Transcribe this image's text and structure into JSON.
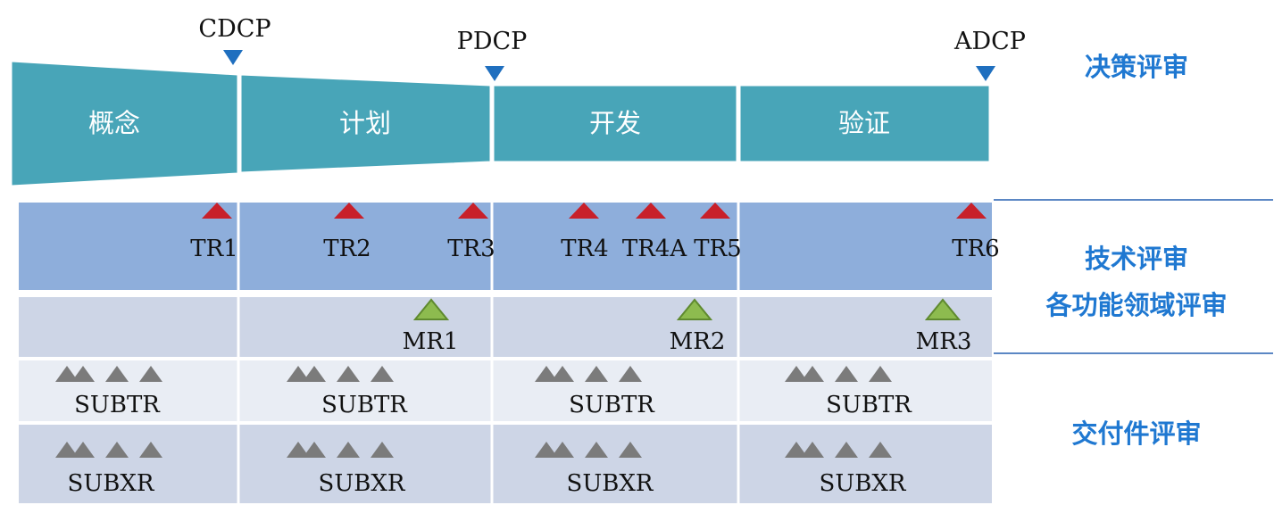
{
  "milestones": [
    "CDCP",
    "PDCP",
    "ADCP"
  ],
  "phases": [
    "概念",
    "计划",
    "开发",
    "验证"
  ],
  "tech_reviews": [
    "TR1",
    "TR2",
    "TR3",
    "TR4",
    "TR4A",
    "TR5",
    "TR6"
  ],
  "market_reviews": [
    "MR1",
    "MR2",
    "MR3"
  ],
  "subtr_label": "SUBTR",
  "subxr_label": "SUBXR",
  "right_labels": {
    "decision": "决策评审",
    "tech_line1": "技术评审",
    "tech_line2": "各功能领域评审",
    "deliverable": "交付件评审"
  },
  "colors": {
    "phase_fill": "#48a5b8",
    "tech_band": "#8eaedb",
    "mr_band": "#cdd5e6",
    "subtr_band": "#e9edf4",
    "subxr_band": "#cdd5e6",
    "milestone_marker": "#1f6fbf",
    "tr_marker": "#c8202a",
    "mr_marker": "#8dbb4f",
    "sub_marker": "#7b7b7b",
    "right_label": "#1f78d1"
  }
}
